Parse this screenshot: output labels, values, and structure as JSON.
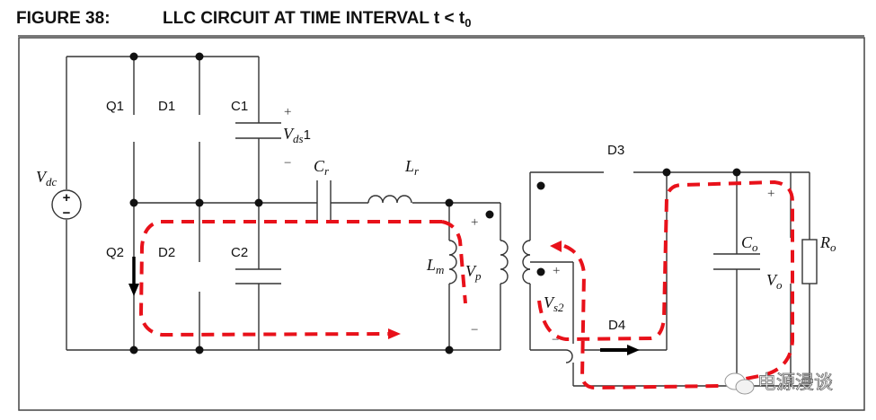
{
  "figure": {
    "number_label": "FIGURE 38:",
    "caption_main": "LLC CIRCUIT AT TIME INTERVAL t < t",
    "caption_subscript": "0"
  },
  "components": {
    "q1": "Q1",
    "d1": "D1",
    "c1": "C1",
    "q2": "Q2",
    "d2": "D2",
    "c2": "C2",
    "d3": "D3",
    "d4": "D4",
    "vdc_main": "V",
    "vdc_sub": "dc",
    "vds_main": "V",
    "vds_sub": "ds",
    "vds_suffix": "1",
    "cr_main": "C",
    "cr_sub": "r",
    "lr_main": "L",
    "lr_sub": "r",
    "lm_main": "L",
    "lm_sub": "m",
    "vp_main": "V",
    "vp_sub": "p",
    "vs2_main": "V",
    "vs2_sub": "s2",
    "co_main": "C",
    "co_sub": "o",
    "vo_main": "V",
    "vo_sub": "o",
    "ro_main": "R",
    "ro_sub": "o"
  },
  "signs": {
    "plus": "+",
    "minus": "−"
  },
  "colors": {
    "wire": "#333333",
    "current_path": "#e8111a",
    "arrow": "#000000"
  },
  "watermark": {
    "text": "电源漫谈"
  }
}
